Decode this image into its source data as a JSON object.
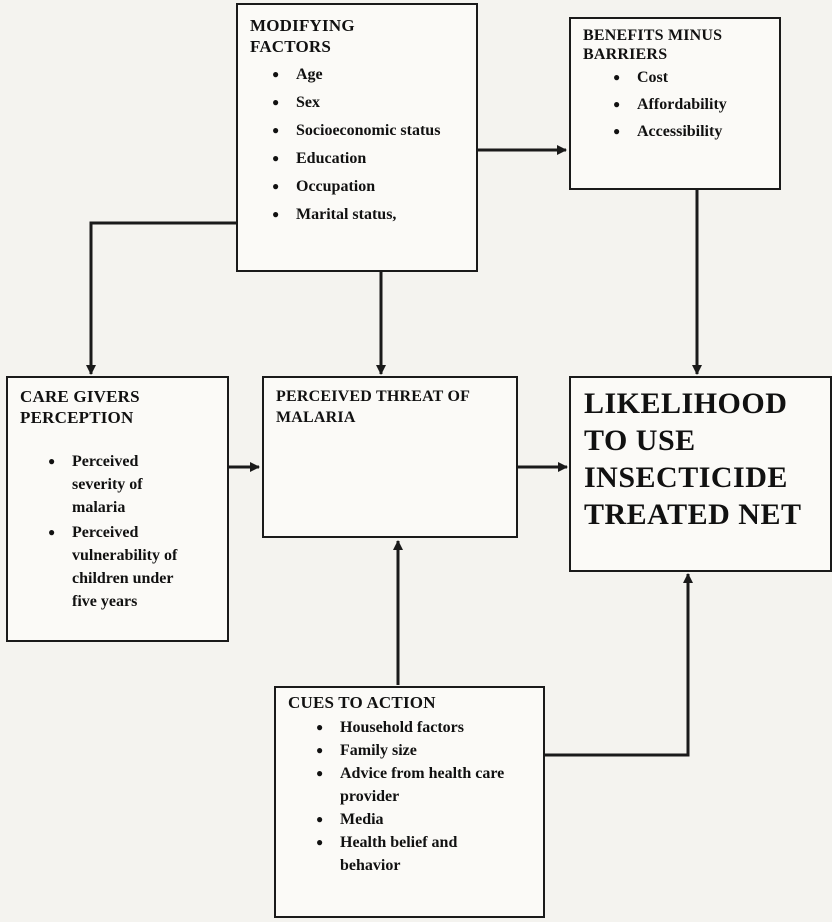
{
  "modifying_factors": {
    "title": "MODIFYING FACTORS",
    "items": [
      "Age",
      "Sex",
      "Socioeconomic status",
      "Education",
      "Occupation",
      "Marital status,"
    ]
  },
  "benefits_minus_barriers": {
    "title": "BENEFITS MINUS BARRIERS",
    "items": [
      "Cost",
      "Affordability",
      "Accessibility"
    ]
  },
  "care_givers_perception": {
    "title": "CARE GIVERS PERCEPTION",
    "items": [
      "Perceived severity of malaria",
      "Perceived vulnerability of children under five years"
    ]
  },
  "perceived_threat": {
    "title": "PERCEIVED THREAT OF MALARIA"
  },
  "likelihood": {
    "title": "LIKELIHOOD TO USE INSECTICIDE TREATED NET"
  },
  "cues_to_action": {
    "title": "CUES TO ACTION",
    "items": [
      "Household factors",
      "Family size",
      "Advice from health care provider",
      "Media",
      "Health belief and behavior"
    ]
  },
  "colors": {
    "ink": "#1a1a1a",
    "paper": "#f4f3ef"
  }
}
